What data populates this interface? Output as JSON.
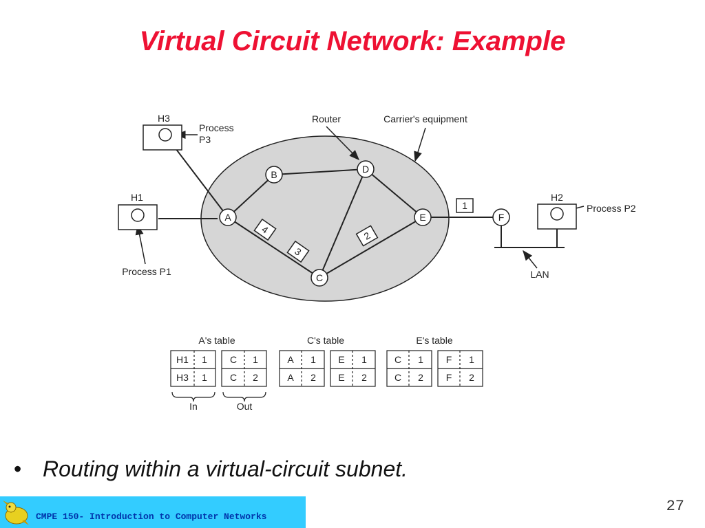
{
  "title": "Virtual Circuit Network: Example",
  "diagram": {
    "labels": {
      "router": "Router",
      "carrier": "Carrier's equipment",
      "process_p3": [
        "Process",
        "P3"
      ],
      "process_p1": "Process P1",
      "process_p2": "Process P2",
      "lan": "LAN"
    },
    "hosts": [
      "H1",
      "H2",
      "H3"
    ],
    "routers": [
      "A",
      "B",
      "C",
      "D",
      "E",
      "F"
    ],
    "packets": [
      "1",
      "2",
      "3",
      "4"
    ],
    "tables": [
      {
        "title": "A's table",
        "rows": [
          [
            [
              "H1",
              "1"
            ],
            [
              "C",
              "1"
            ]
          ],
          [
            [
              "H3",
              "1"
            ],
            [
              "C",
              "2"
            ]
          ]
        ]
      },
      {
        "title": "C's table",
        "rows": [
          [
            [
              "A",
              "1"
            ],
            [
              "E",
              "1"
            ]
          ],
          [
            [
              "A",
              "2"
            ],
            [
              "E",
              "2"
            ]
          ]
        ]
      },
      {
        "title": "E's table",
        "rows": [
          [
            [
              "C",
              "1"
            ],
            [
              "F",
              "1"
            ]
          ],
          [
            [
              "C",
              "2"
            ],
            [
              "F",
              "2"
            ]
          ]
        ]
      }
    ],
    "in_label": "In",
    "out_label": "Out"
  },
  "bullet": "Routing within a virtual-circuit subnet.",
  "footer": {
    "course": "CMPE 150- Introduction to Computer Networks",
    "page": "27"
  }
}
